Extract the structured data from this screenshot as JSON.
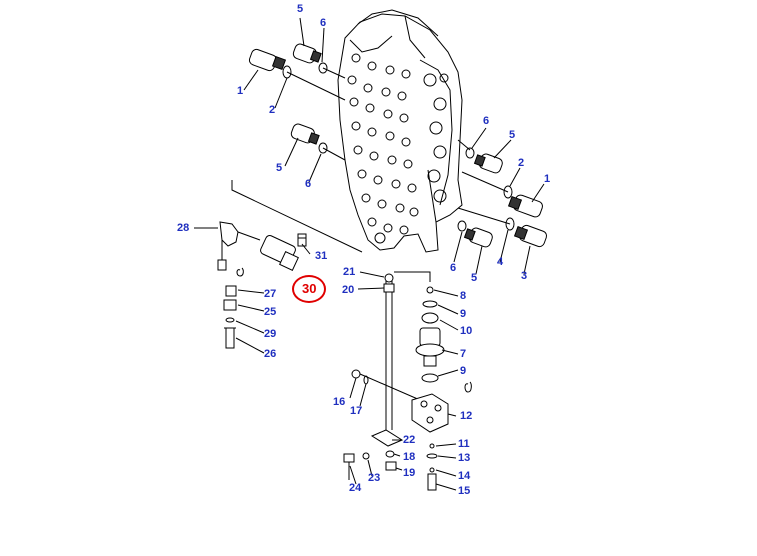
{
  "diagram": {
    "accent_color": "#1f2fbf",
    "highlight_color": "#e00000",
    "highlighted_part": "30",
    "part_labels": [
      "1",
      "2",
      "5",
      "6",
      "5",
      "6",
      "6",
      "5",
      "2",
      "1",
      "4",
      "3",
      "5",
      "6",
      "28",
      "31",
      "27",
      "25",
      "29",
      "26",
      "21",
      "20",
      "8",
      "9",
      "10",
      "7",
      "9",
      "16",
      "17",
      "12",
      "22",
      "18",
      "19",
      "11",
      "13",
      "14",
      "15",
      "24",
      "23"
    ]
  }
}
